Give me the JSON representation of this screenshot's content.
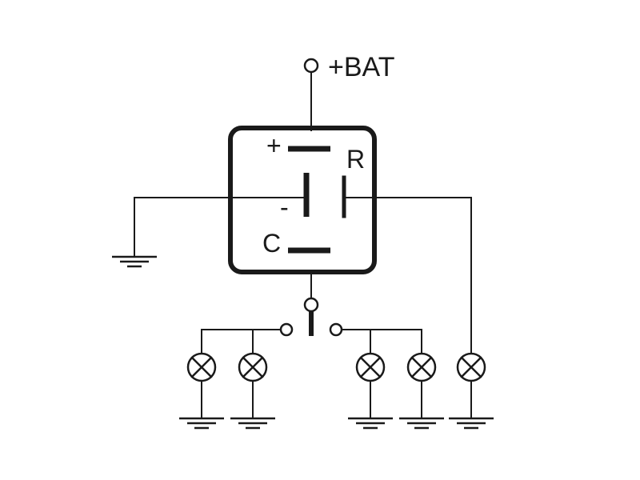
{
  "labels": {
    "bat": "+BAT",
    "plus": "+",
    "minus": "-",
    "r": "R",
    "c": "C"
  },
  "colors": {
    "ink": "#1a1a1a",
    "background": "#ffffff"
  },
  "icons": {
    "lamp": "lamp-icon",
    "ground": "ground-icon",
    "terminal": "terminal-node-icon",
    "switch": "toggle-switch-icon"
  }
}
